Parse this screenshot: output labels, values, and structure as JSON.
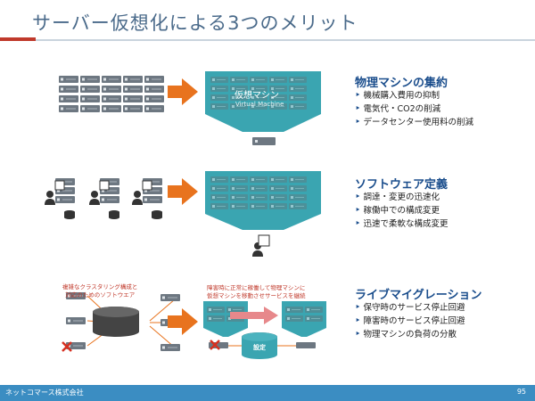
{
  "slide": {
    "title": "サーバー仮想化による3つのメリット",
    "footer_company": "ネットコマース株式会社",
    "page_number": "95"
  },
  "sections": [
    {
      "heading": "物理マシンの集約",
      "bullets": [
        "機械購入費用の抑制",
        "電気代・CO2の削減",
        "データセンター使用料の削減"
      ]
    },
    {
      "heading": "ソフトウェア定義",
      "bullets": [
        "調達・変更の迅速化",
        "稼働中での構成変更",
        "迅速で柔軟な構成変更"
      ]
    },
    {
      "heading": "ライブマイグレーション",
      "bullets": [
        "保守時のサービス停止回避",
        "障害時のサービス停止回避",
        "物理マシンの負荷の分散"
      ]
    }
  ],
  "diagram": {
    "vm_label": "仮想マシン",
    "vm_sub": "Virtual Machine",
    "cluster_note_line1": "複雑なクラスタリング構成と",
    "cluster_note_line2": "対応のためのソフトウエア",
    "migration_note_line1": "障害時に正常に稼働して物理マシンに",
    "migration_note_line2": "仮想マシンを移動させサービスを継続",
    "setting_label": "設定"
  },
  "colors": {
    "accent_red": "#c0392b",
    "arrow_orange": "#e8731e",
    "teal": "#3aa5b1",
    "server_gray": "#6d7781",
    "footer_blue": "#3b8dc2",
    "heading_blue": "#1a4d8c"
  }
}
